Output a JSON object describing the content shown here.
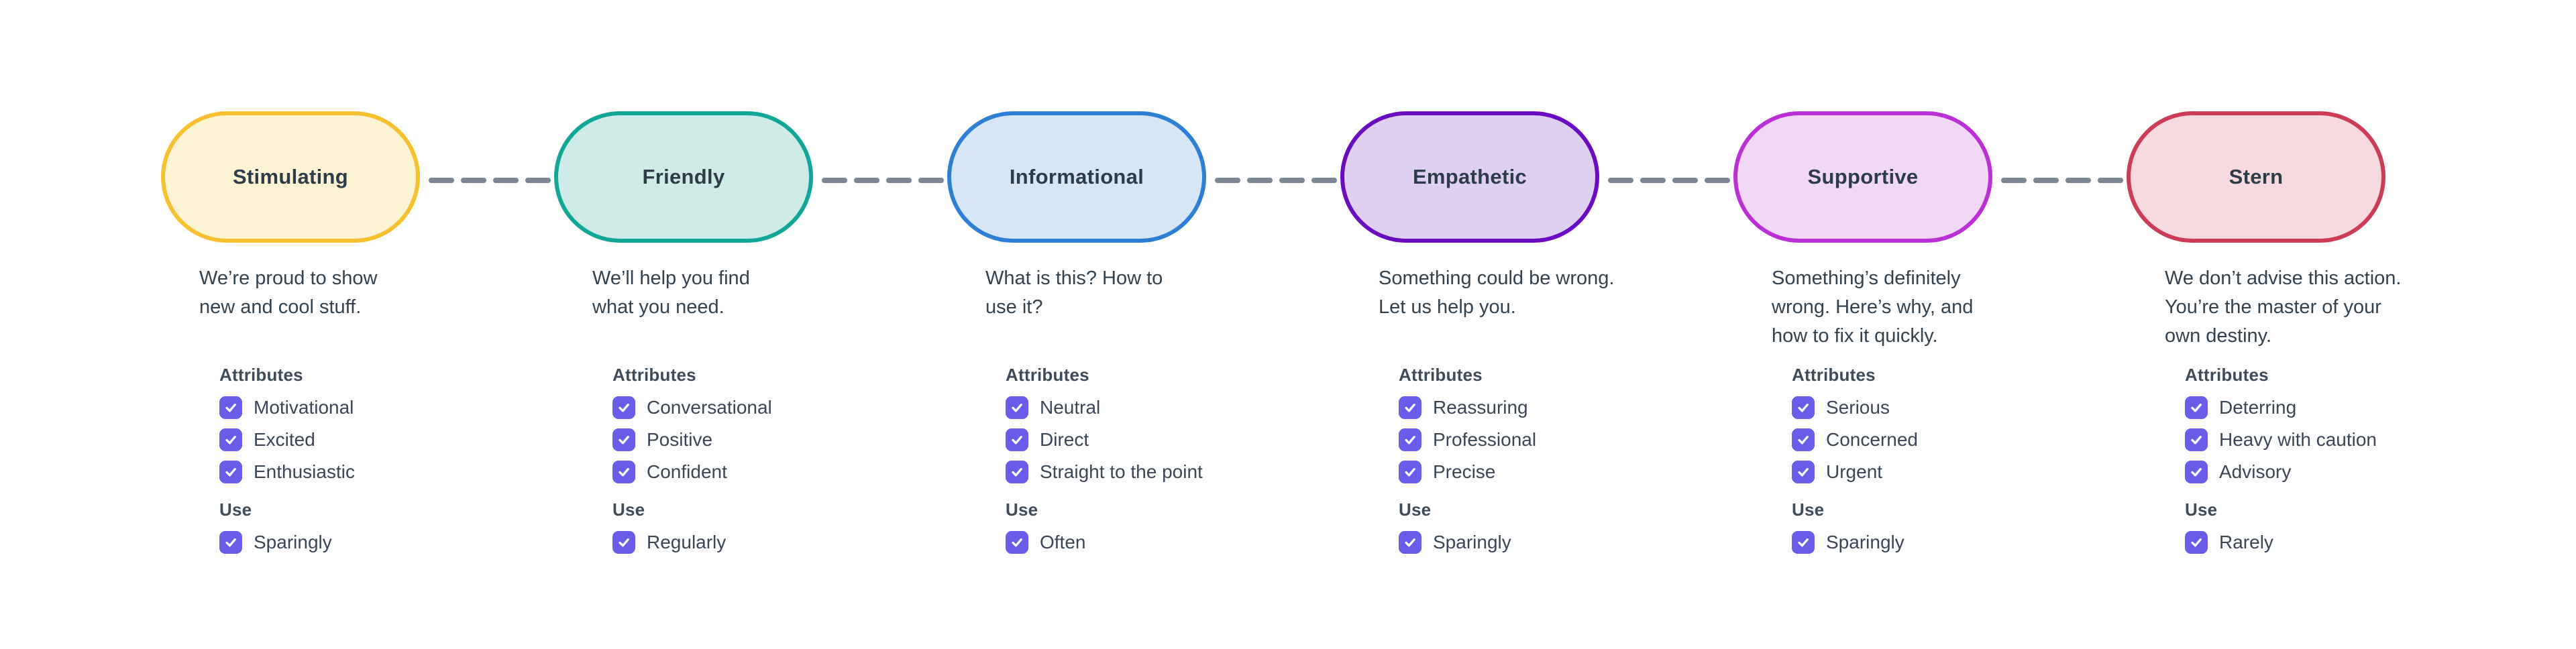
{
  "canvas": {
    "background": "#FFFFFF"
  },
  "colors": {
    "connector": "#7B8794",
    "checkbox_fill": "#695CE8",
    "checkmark": "#FFFFFF",
    "title_text": "#2E3C49",
    "description_text": "#33424F",
    "section_header_text": "#3E4C59",
    "label_text": "#3A4656"
  },
  "nodes": [
    {
      "title": "Stimulating",
      "border_color": "#F6C02E",
      "fill_color": "#FCF2D4",
      "description_lines": [
        "We’re proud to show",
        "new and cool stuff."
      ],
      "attributes_label": "Attributes",
      "attributes": [
        {
          "label": "Motivational",
          "checked": true
        },
        {
          "label": "Excited",
          "checked": true
        },
        {
          "label": "Enthusiastic",
          "checked": true
        }
      ],
      "use_label": "Use",
      "use": {
        "label": "Sparingly",
        "checked": true
      }
    },
    {
      "title": "Friendly",
      "border_color": "#11A695",
      "fill_color": "#CEEBE8",
      "description_lines": [
        "We’ll help you find",
        "what you need."
      ],
      "attributes_label": "Attributes",
      "attributes": [
        {
          "label": "Conversational",
          "checked": true
        },
        {
          "label": "Positive",
          "checked": true
        },
        {
          "label": "Confident",
          "checked": true
        }
      ],
      "use_label": "Use",
      "use": {
        "label": "Regularly",
        "checked": true
      }
    },
    {
      "title": "Informational",
      "border_color": "#2C7FD5",
      "fill_color": "#D6E6F7",
      "description_lines": [
        "What is this? How to",
        "use it?"
      ],
      "attributes_label": "Attributes",
      "attributes": [
        {
          "label": "Neutral",
          "checked": true
        },
        {
          "label": "Direct",
          "checked": true
        },
        {
          "label": "Straight to the point",
          "checked": true
        }
      ],
      "use_label": "Use",
      "use": {
        "label": "Often",
        "checked": true
      }
    },
    {
      "title": "Empathetic",
      "border_color": "#6A0DC0",
      "fill_color": "#DFD0F2",
      "description_lines": [
        "Something could be wrong.",
        "Let us help you."
      ],
      "attributes_label": "Attributes",
      "attributes": [
        {
          "label": "Reassuring",
          "checked": true
        },
        {
          "label": "Professional",
          "checked": true
        },
        {
          "label": "Precise",
          "checked": true
        }
      ],
      "use_label": "Use",
      "use": {
        "label": "Sparingly",
        "checked": true
      }
    },
    {
      "title": "Supportive",
      "border_color": "#BC2FD4",
      "fill_color": "#F0D8F6",
      "description_lines": [
        "Something’s definitely",
        "wrong. Here’s why, and",
        "how to fix it quickly."
      ],
      "attributes_label": "Attributes",
      "attributes": [
        {
          "label": "Serious",
          "checked": true
        },
        {
          "label": "Concerned",
          "checked": true
        },
        {
          "label": "Urgent",
          "checked": true
        }
      ],
      "use_label": "Use",
      "use": {
        "label": "Sparingly",
        "checked": true
      }
    },
    {
      "title": "Stern",
      "border_color": "#CC3D55",
      "fill_color": "#F7DADF",
      "description_lines": [
        "We don’t advise this action.",
        "You’re the master of your",
        "own destiny."
      ],
      "attributes_label": "Attributes",
      "attributes": [
        {
          "label": "Deterring",
          "checked": true
        },
        {
          "label": "Heavy with caution",
          "checked": true
        },
        {
          "label": "Advisory",
          "checked": true
        }
      ],
      "use_label": "Use",
      "use": {
        "label": "Rarely",
        "checked": true
      }
    }
  ]
}
